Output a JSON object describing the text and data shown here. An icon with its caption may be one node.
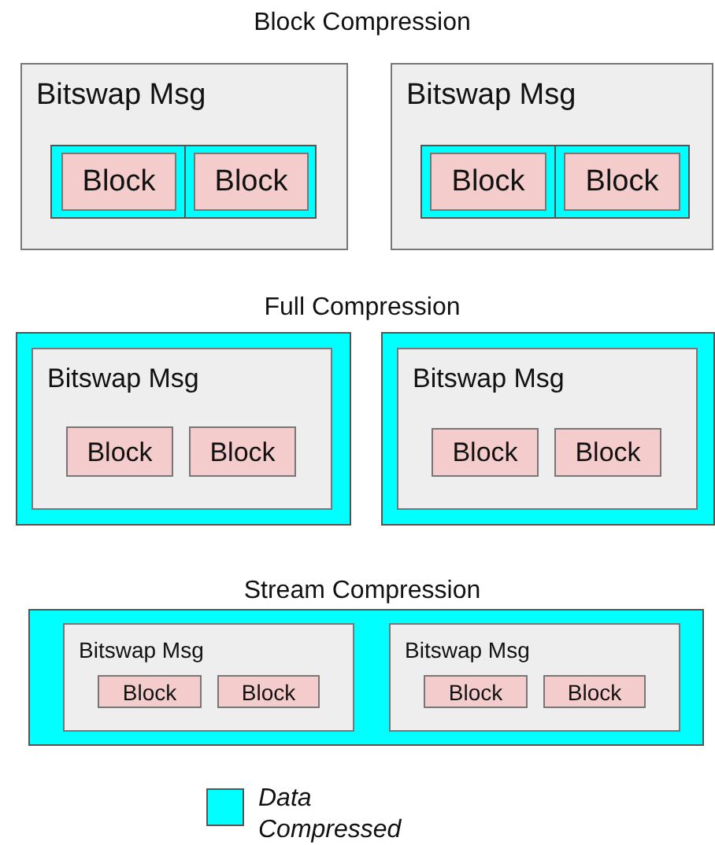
{
  "diagram": {
    "nodes": [
      {
        "text": [
          "Bitswap Msg"
        ]
      },
      {
        "text": [],
        "shape": "box",
        "in": 0
      },
      {
        "text": [
          "Block"
        ],
        "in": 1
      },
      {
        "text": [],
        "shape": "box",
        "in": 0
      },
      {
        "text": [
          "Block"
        ],
        "in": 3
      },
      {
        "text": [
          "Bitswap Msg"
        ]
      },
      {
        "text": [],
        "shape": "box",
        "in": 5
      },
      {
        "text": [
          "Block"
        ],
        "in": 6
      },
      {
        "text": [],
        "shape": "box",
        "in": 5
      },
      {
        "text": [
          "Block"
        ],
        "in": 8
      },
      {
        "text": [],
        "shape": "box"
      },
      {
        "text": [
          "Bitswap Msg"
        ],
        "in": 10
      },
      {
        "text": [
          "Block"
        ],
        "in": 11
      },
      {
        "text": [
          "Block"
        ],
        "in": 11
      },
      {
        "text": [],
        "shape": "box"
      },
      {
        "text": [
          "Bitswap Msg"
        ],
        "in": 14
      },
      {
        "text": [
          "Block"
        ],
        "in": 15
      },
      {
        "text": [
          "Block"
        ],
        "in": 15
      },
      {
        "text": [],
        "shape": "box"
      },
      {
        "text": [
          "Bitswap Msg"
        ],
        "in": 18
      },
      {
        "text": [
          "Block"
        ],
        "in": 19
      },
      {
        "text": [
          "Block"
        ],
        "in": 19
      },
      {
        "text": [
          "Bitswap Msg"
        ],
        "in": 18
      },
      {
        "text": [
          "Block"
        ],
        "in": 22
      },
      {
        "text": [
          "Block"
        ],
        "in": 22
      }
    ],
    "edges": [],
    "labels": [
      "Block Compression",
      "Full Compression",
      "Stream Compression"
    ],
    "legend": [
      {
        "text": "Data Compressed",
        "color": "#00ffff"
      }
    ]
  }
}
